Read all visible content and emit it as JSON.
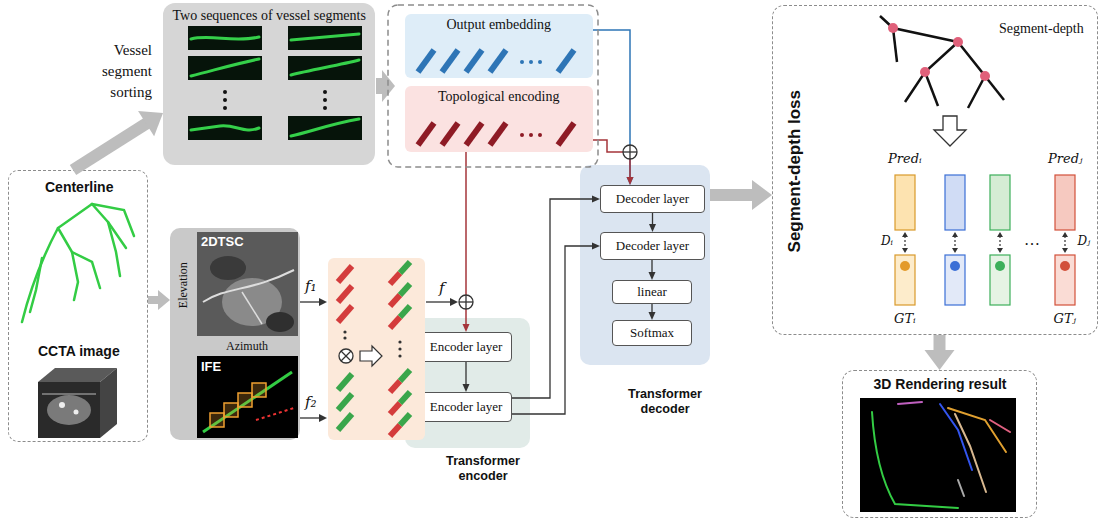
{
  "diagram": {
    "nodes": [
      {
        "text": [
          "Centerline",
          "CCTA image"
        ]
      },
      {
        "text": [
          "Two sequences of vessel segments"
        ]
      },
      {
        "text": [
          "Elevation",
          "2DTSC",
          "Azimuth",
          "IFE"
        ]
      },
      {
        "text": [
          "Output embedding"
        ]
      },
      {
        "text": [
          "Topological encoding"
        ]
      },
      {
        "text": [
          "Transformer encoder"
        ]
      },
      {
        "text": [
          "Encoder layer"
        ],
        "in": 5
      },
      {
        "text": [
          "Encoder layer"
        ],
        "in": 5
      },
      {
        "text": [
          "Transformer decoder"
        ]
      },
      {
        "text": [
          "Decoder layer"
        ],
        "in": 8
      },
      {
        "text": [
          "Decoder layer"
        ],
        "in": 8
      },
      {
        "text": [
          "linear"
        ],
        "in": 8
      },
      {
        "text": [
          "Softmax"
        ],
        "in": 8
      },
      {
        "text": [
          "Segment-depth loss",
          "Segment-depth"
        ]
      },
      {
        "text": [
          "3D Rendering result"
        ]
      }
    ],
    "edges": [
      {
        "from": 0,
        "to": 1,
        "arrow": "to"
      },
      {
        "from": 0,
        "to": 2,
        "arrow": "to"
      },
      {
        "from": 3,
        "to": 9,
        "arrow": "to"
      },
      {
        "from": 4,
        "to": 9,
        "arrow": "to"
      },
      {
        "from": 4,
        "to": 6,
        "arrow": "to"
      },
      {
        "from": 6,
        "to": 7,
        "arrow": "to"
      },
      {
        "from": 7,
        "to": 9,
        "arrow": "to"
      },
      {
        "from": 7,
        "to": 10,
        "arrow": "to"
      },
      {
        "from": 9,
        "to": 10,
        "arrow": "to"
      },
      {
        "from": 10,
        "to": 11,
        "arrow": "to"
      },
      {
        "from": 11,
        "to": 12,
        "arrow": "to"
      },
      {
        "from": 8,
        "to": 13,
        "arrow": "to"
      },
      {
        "from": 13,
        "to": 14,
        "arrow": "to"
      }
    ],
    "labels": [
      "Vessel segment sorting",
      "f₁",
      "f₂",
      "f",
      "Predᵢ",
      "Predⱼ",
      "Dᵢ",
      "Dⱼ",
      "GTᵢ",
      "GTⱼ",
      "…"
    ]
  }
}
